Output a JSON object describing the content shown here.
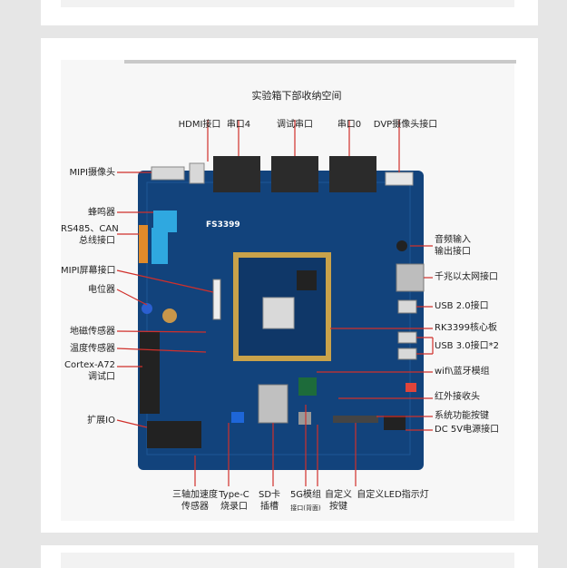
{
  "figure": {
    "title": "实验箱下部收纳空间",
    "board_model": "FS3399",
    "top_labels": [
      "HDMI接口",
      "串口4",
      "调试串口",
      "串口0",
      "DVP摄像头接口"
    ],
    "left_labels": [
      "MIPI摄像头",
      "蜂鸣器",
      "RS485、CAN",
      "总线接口",
      "MIPI屏幕接口",
      "电位器",
      "地磁传感器",
      "温度传感器",
      "Cortex-A72",
      "调试口",
      "扩展IO"
    ],
    "right_labels": [
      "音频输入",
      "输出接口",
      "千兆以太网接口",
      "USB 2.0接口",
      "RK3399核心板",
      "USB 3.0接口*2",
      "wifi\\蓝牙模组",
      "红外接收头",
      "系统功能按键",
      "DC 5V电源接口"
    ],
    "bottom_labels": [
      "三轴加速度",
      "传感器",
      "Type-C",
      "烧录口",
      "SD卡",
      "插槽",
      "5G模组",
      "接口(背面)",
      "自定义",
      "按键",
      "自定义LED指示灯"
    ]
  },
  "colors": {
    "pcb": "#12437c",
    "leader": "#d0302b",
    "page_bg": "#e6e6e6"
  }
}
